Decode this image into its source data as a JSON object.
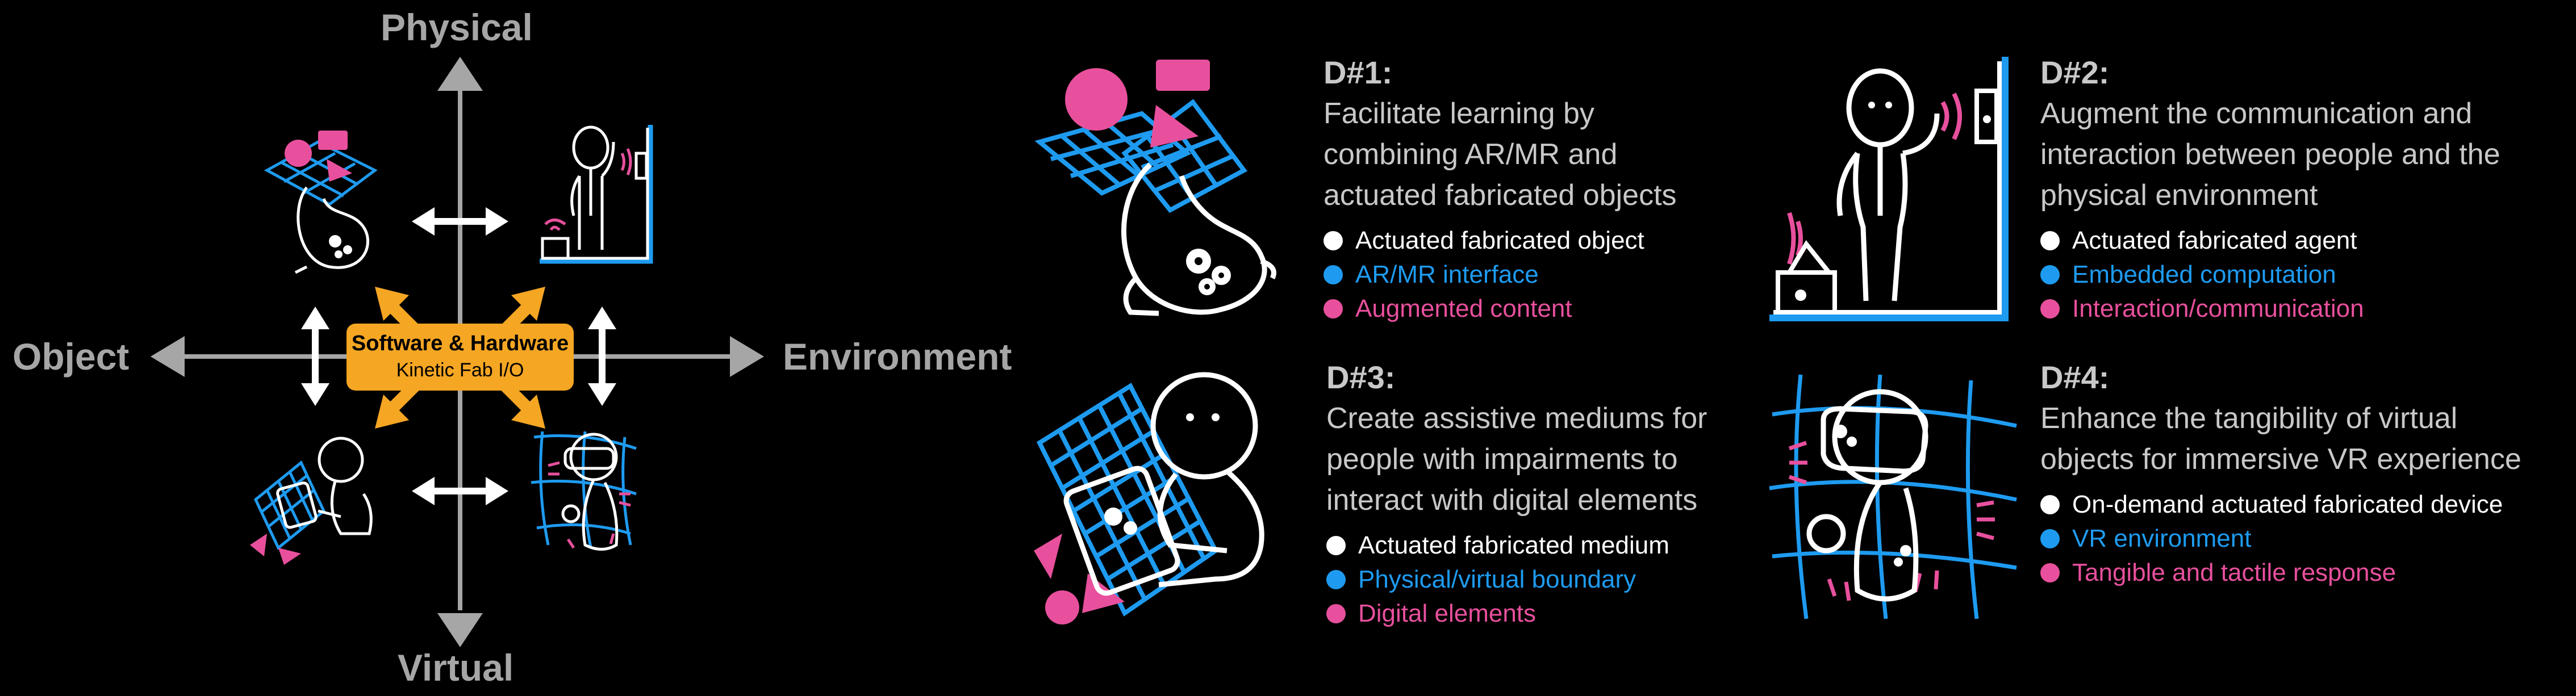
{
  "colors": {
    "white": "#ffffff",
    "blue": "#1e9bf0",
    "pink": "#e8509d",
    "orange": "#f5a623",
    "axis": "#a6a6a6",
    "text": "#c8c8c8"
  },
  "axes": {
    "top": "Physical",
    "bottom": "Virtual",
    "left": "Object",
    "right": "Environment"
  },
  "hub": {
    "line1": "Software & Hardware",
    "line2": "Kinetic Fab I/O"
  },
  "cards": [
    {
      "title": "D#1:",
      "desc": [
        "Facilitate learning by",
        "combining AR/MR and",
        "actuated fabricated objects"
      ],
      "bullets": [
        {
          "text": "Actuated fabricated object",
          "color": "white"
        },
        {
          "text": "AR/MR interface",
          "color": "blue"
        },
        {
          "text": "Augmented content",
          "color": "pink"
        }
      ]
    },
    {
      "title": "D#2:",
      "desc": [
        "Augment the communication and",
        "interaction between people and the",
        "physical environment"
      ],
      "bullets": [
        {
          "text": "Actuated fabricated agent",
          "color": "white"
        },
        {
          "text": "Embedded computation",
          "color": "blue"
        },
        {
          "text": "Interaction/communication",
          "color": "pink"
        }
      ]
    },
    {
      "title": "D#3:",
      "desc": [
        "Create assistive mediums for",
        "people with impairments to",
        "interact with digital elements"
      ],
      "bullets": [
        {
          "text": "Actuated fabricated medium",
          "color": "white"
        },
        {
          "text": "Physical/virtual boundary",
          "color": "blue"
        },
        {
          "text": "Digital elements",
          "color": "pink"
        }
      ]
    },
    {
      "title": "D#4:",
      "desc": [
        "Enhance the tangibility of virtual",
        "objects for immersive VR experience"
      ],
      "bullets": [
        {
          "text": "On-demand actuated fabricated device",
          "color": "white"
        },
        {
          "text": "VR environment",
          "color": "blue"
        },
        {
          "text": "Tangible and tactile response",
          "color": "pink"
        }
      ]
    }
  ],
  "icons": {
    "d1": "rabbit-gears-ar-icon",
    "d2": "person-waving-wall-icon",
    "d3": "person-grid-tablet-icon",
    "d4": "vr-headset-person-icon"
  }
}
